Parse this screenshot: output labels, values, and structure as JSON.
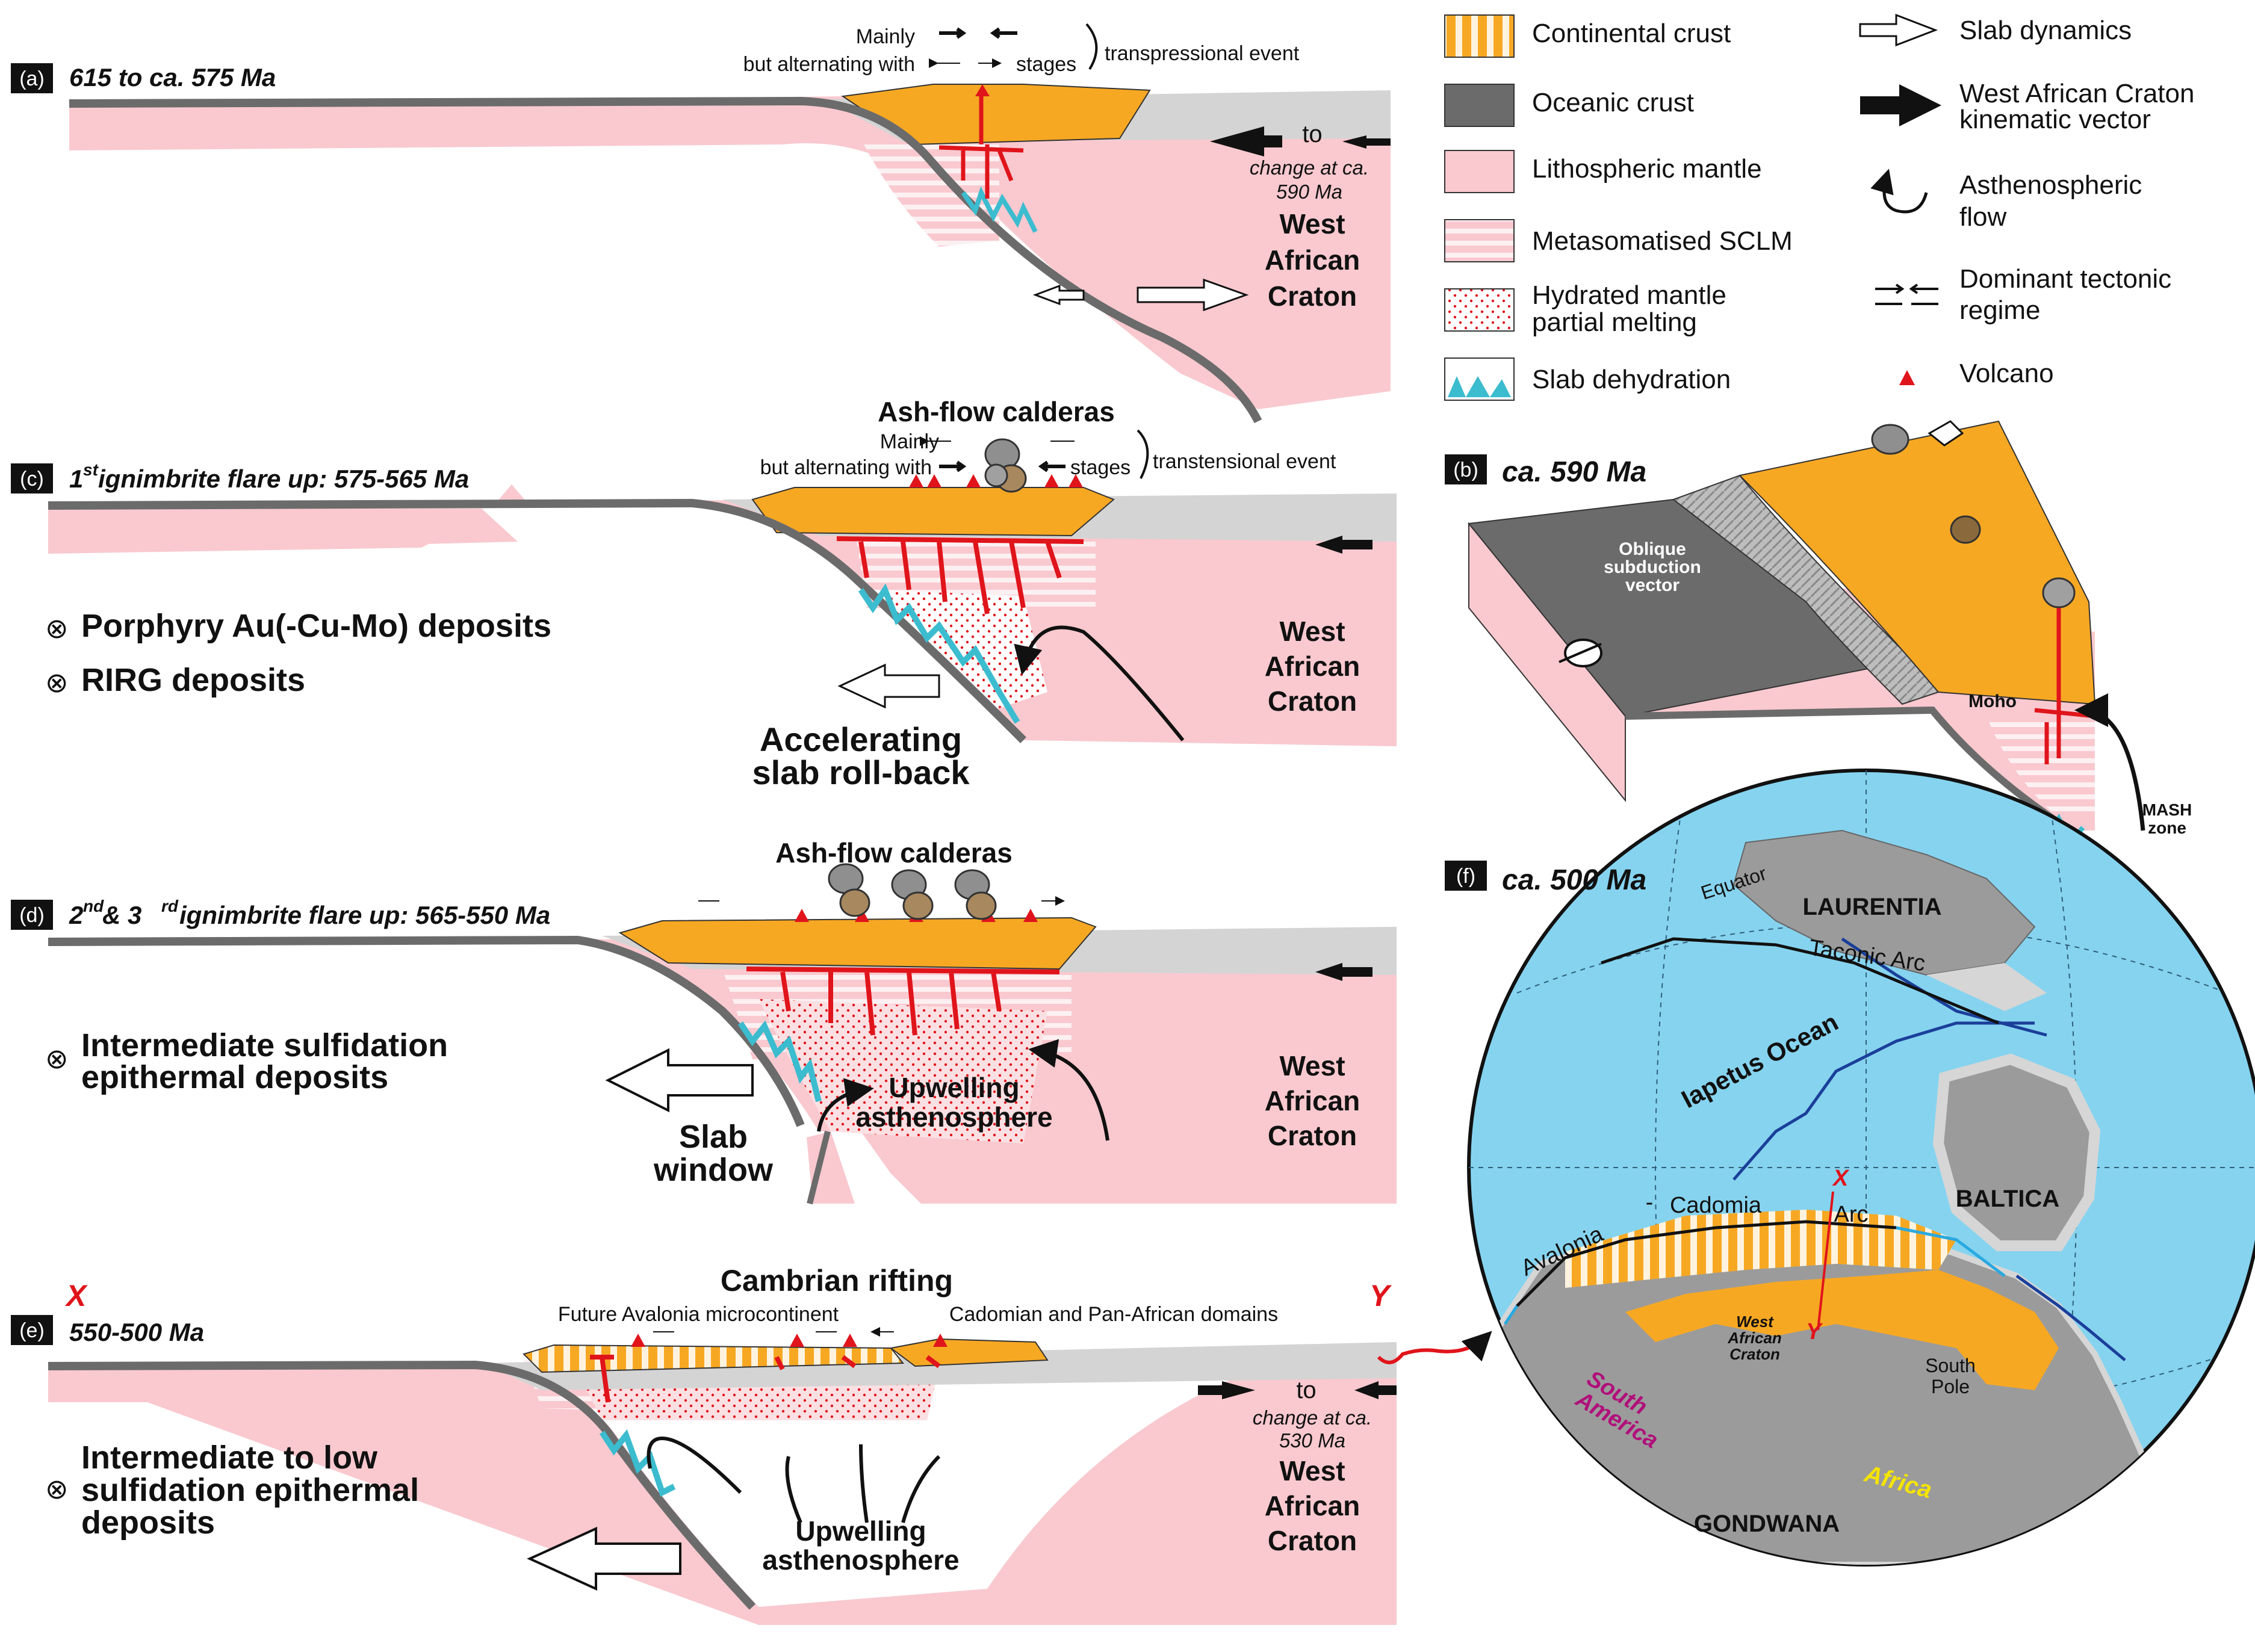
{
  "colors": {
    "continental_crust": "#f7a823",
    "oceanic_crust": "#6b6b6b",
    "lithospheric_mantle": "#f9c9cf",
    "metasomatised": "#fbe0e3",
    "ocean": "#86d3ef",
    "land": "#9b9b9b",
    "shelf": "#d6d6d6",
    "red": "#e0141b",
    "gray_upper": "#d4d4d4"
  },
  "legend": {
    "continental_crust": "Continental crust",
    "oceanic_crust": "Oceanic crust",
    "lithospheric_mantle": "Lithospheric mantle",
    "metasomatised_sclm": "Metasomatised SCLM",
    "hydrated_mantle_line1": "Hydrated mantle",
    "hydrated_mantle_line2": "partial melting",
    "slab_dehydration": "Slab dehydration",
    "slab_dynamics": "Slab dynamics",
    "wac_vector_line1": "West African Craton",
    "wac_vector_line2": "kinematic vector",
    "astheno_flow_line1": "Asthenospheric",
    "astheno_flow_line2": "flow",
    "tectonic_regime_line1": "Dominant tectonic",
    "tectonic_regime_line2": "regime",
    "volcano": "Volcano"
  },
  "panel_a": {
    "letter": "(a)",
    "title": "615 to ca. 575 Ma",
    "mainly": "Mainly",
    "but_alternating": "but alternating with",
    "stages": "stages",
    "event": "transpressional event",
    "to": "to",
    "change1": "change at ca.",
    "change2": "590 Ma",
    "craton1": "West",
    "craton2": "African",
    "craton3": "Craton"
  },
  "panel_c": {
    "letter": "(c)",
    "title_pre": "1",
    "title_sup": "st",
    "title_post": " ignimbrite flare up: 575-565 Ma",
    "calderas": "Ash-flow calderas",
    "mainly": "Mainly",
    "but_alternating": "but alternating with",
    "stages": "stages",
    "event": "transtensional event",
    "deposit1": "Porphyry Au(-Cu-Mo) deposits",
    "deposit2": "RIRG deposits",
    "rollback1": "Accelerating",
    "rollback2": "slab roll-back",
    "craton1": "West",
    "craton2": "African",
    "craton3": "Craton"
  },
  "panel_b": {
    "letter": "(b)",
    "title": "ca. 590 Ma",
    "oblique1": "Oblique",
    "oblique2": "subduction",
    "oblique3": "vector",
    "moho": "Moho",
    "mash1": "MASH",
    "mash2": "zone"
  },
  "panel_d": {
    "letter": "(d)",
    "title_a": "2",
    "sup_a": "nd",
    "title_b": " & 3",
    "sup_b": "rd",
    "title_c": " ignimbrite flare up: 565-550 Ma",
    "calderas": "Ash-flow calderas",
    "deposit1": "Intermediate sulfidation",
    "deposit2": "epithermal deposits",
    "upwelling1": "Upwelling",
    "upwelling2": "asthenosphere",
    "window1": "Slab",
    "window2": "window",
    "craton1": "West",
    "craton2": "African",
    "craton3": "Craton"
  },
  "panel_e": {
    "letter": "(e)",
    "title": "550-500 Ma",
    "x_mark": "X",
    "y_mark": "Y",
    "rifting": "Cambrian rifting",
    "avalonia": "Future Avalonia microcontinent",
    "cadomian": "Cadomian and Pan-African domains",
    "deposit1": "Intermediate to low",
    "deposit2": "sulfidation epithermal",
    "deposit3": "deposits",
    "upwelling1": "Upwelling",
    "upwelling2": "asthenosphere",
    "to": "to",
    "change1": "change at ca.",
    "change2": "530 Ma",
    "craton1": "West",
    "craton2": "African",
    "craton3": "Craton"
  },
  "panel_f": {
    "letter": "(f)",
    "title": "ca. 500 Ma",
    "equator": "Equator",
    "laurentia": "LAURENTIA",
    "taconic": "Taconic Arc",
    "iapetus": "Iapetus Ocean",
    "baltica": "BALTICA",
    "avalonia": "Avalonia",
    "dash": "-",
    "cadomia": "Cadomia",
    "arc": "Arc",
    "x": "X",
    "y": "Y",
    "wac1": "West",
    "wac2": "African",
    "wac3": "Craton",
    "south_america1": "South",
    "south_america2": "America",
    "south_pole1": "South",
    "south_pole2": "Pole",
    "africa": "Africa",
    "gondwana": "GONDWANA"
  }
}
